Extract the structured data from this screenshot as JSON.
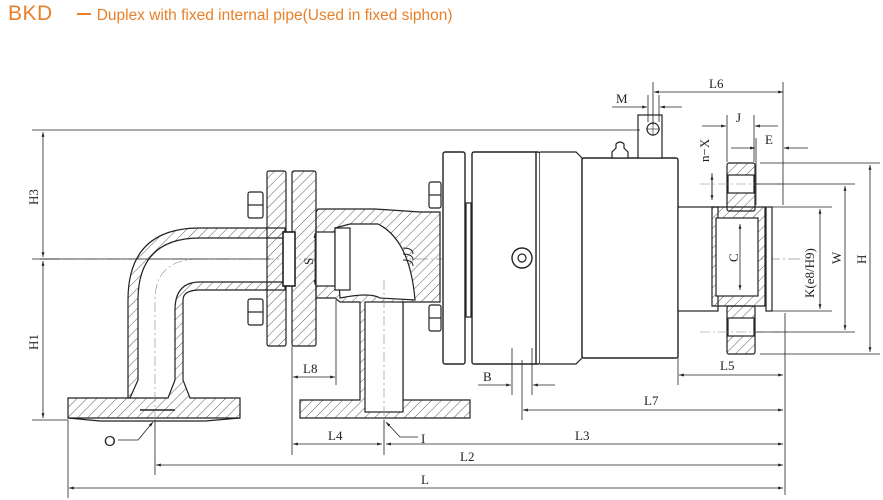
{
  "title": {
    "code": "BKD",
    "description": "Duplex with fixed internal pipe(Used in fixed siphon)",
    "color": "#e8802a"
  },
  "drawing": {
    "dimension_labels": {
      "H3": "H3",
      "H1": "H1",
      "S": "S",
      "L8": "L8",
      "L4": "L4",
      "L2": "L2",
      "L": "L",
      "L3": "L3",
      "L7": "L7",
      "L5": "L5",
      "B": "B",
      "M": "M",
      "L6": "L6",
      "J": "J",
      "E": "E",
      "nX": "n−X",
      "C": "C",
      "K": "K(e8/H9)",
      "W": "W",
      "H": "H"
    },
    "port_labels": {
      "outlet": "O",
      "inlet": "I"
    },
    "line_color": "#222222"
  }
}
